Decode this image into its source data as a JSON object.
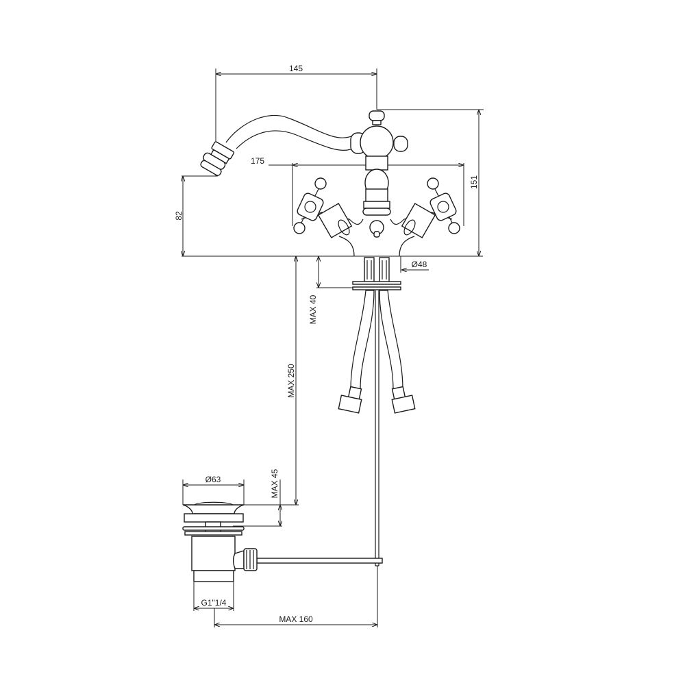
{
  "drawing": {
    "title": "Bidet mixer technical drawing",
    "dimensions": {
      "spout_reach": "145",
      "overall_width": "175",
      "overall_height": "151",
      "spout_height": "82",
      "base_diameter": "Ø48",
      "max_deck_thickness": "MAX 40",
      "max_250": "MAX 250",
      "drain_diameter": "Ø63",
      "max_45": "MAX 45",
      "drain_thread": "G1\"1/4",
      "max_160": "MAX 160"
    }
  }
}
